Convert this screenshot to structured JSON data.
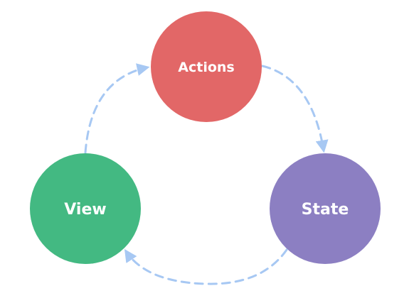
{
  "nodes": {
    "actions": {
      "label": "Actions",
      "color": "#e26767"
    },
    "state": {
      "label": "State",
      "color": "#8c7fc2"
    },
    "view": {
      "label": "View",
      "color": "#43b982"
    }
  },
  "edges": [
    {
      "from": "actions",
      "to": "state"
    },
    {
      "from": "state",
      "to": "view"
    },
    {
      "from": "view",
      "to": "actions"
    }
  ],
  "edge_style": {
    "color": "#a7c8f3",
    "dashed": true
  }
}
